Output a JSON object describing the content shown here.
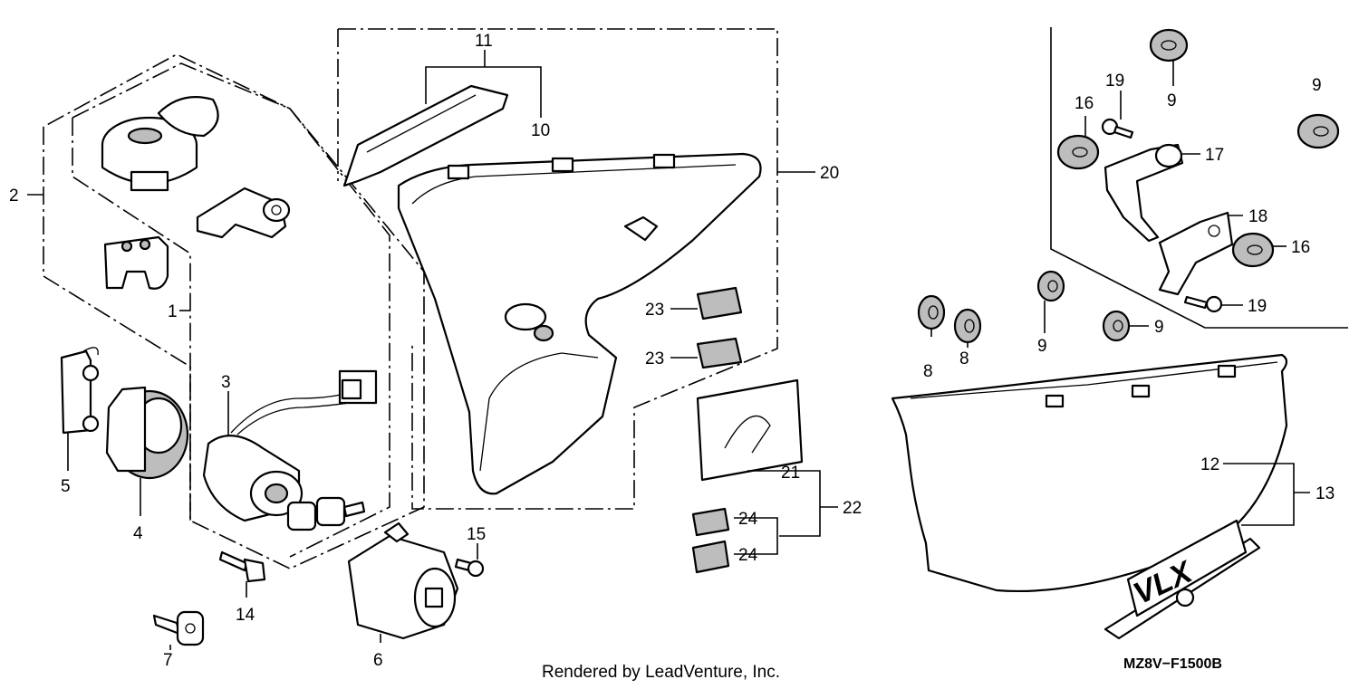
{
  "diagram": {
    "callouts": [
      "1",
      "2",
      "3",
      "4",
      "5",
      "6",
      "7",
      "8",
      "8",
      "9",
      "9",
      "9",
      "9",
      "10",
      "11",
      "12",
      "13",
      "14",
      "15",
      "16",
      "16",
      "17",
      "18",
      "19",
      "19",
      "20",
      "21",
      "22",
      "23",
      "23",
      "24",
      "24"
    ],
    "caption": "Rendered by LeadVenture, Inc.",
    "code": "MZ8V−F1500B"
  }
}
